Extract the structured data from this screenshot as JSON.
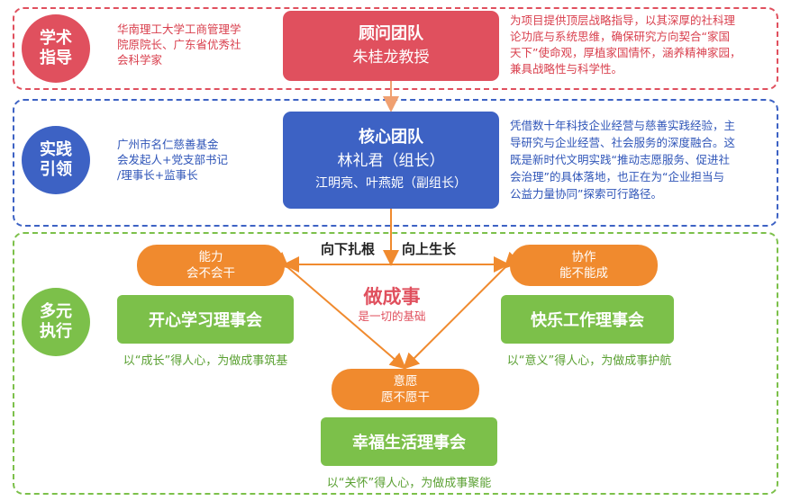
{
  "bands": {
    "academic": {
      "tag": [
        "学术",
        "指导"
      ],
      "desc": [
        "华南理工大学工商管理学",
        "院原院长、广东省优秀社",
        "会科学家"
      ],
      "box_title": "顾问团队",
      "box_name": "朱桂龙教授",
      "note": [
        "为项目提供顶层战略指导，以其深厚的社科理",
        "论功底与系统思维，确保研究方向契合“家国",
        "天下”使命观，厚植家国情怀，涵养精神家园，",
        "兼具战略性与科学性。"
      ]
    },
    "practice": {
      "tag": [
        "实践",
        "引领"
      ],
      "desc": [
        "广州市名仁慈善基金",
        "会发起人+党支部书记",
        "/理事长+监事长"
      ],
      "box_title": "核心团队",
      "box_leader": "林礼君（组长）",
      "box_deputy": "江明亮、叶燕妮（副组长）",
      "note": [
        "凭借数十年科技企业经营与慈善实践经验，主",
        "导研究与企业经营、社会服务的深度融合。这",
        "既是新时代文明实践“推动志愿服务、促进社",
        "会治理”的具体落地，也正在为“企业担当与",
        "公益力量协同”探索可行路径。"
      ]
    },
    "execution": {
      "tag": [
        "多元",
        "执行"
      ],
      "roots_label": "向下扎根",
      "grow_label": "向上生长",
      "center_title": "做成事",
      "center_sub": "是一切的基础",
      "left": {
        "pill_title": "能力",
        "pill_sub": "会不会干",
        "box": "开心学习理事会",
        "caption": "以“成长”得人心，为做成事筑基"
      },
      "right": {
        "pill_title": "协作",
        "pill_sub": "能不能成",
        "box": "快乐工作理事会",
        "caption": "以“意义”得人心，为做成事护航"
      },
      "bottom": {
        "pill_title": "意愿",
        "pill_sub": "愿不愿干",
        "box": "幸福生活理事会",
        "caption": "以“关怀”得人心，为做成事聚能"
      }
    }
  },
  "colors": {
    "red": "#e0505e",
    "blue": "#3d62c4",
    "green": "#7cc04a",
    "orange": "#f08a2e",
    "arrow": "#f0a070"
  }
}
